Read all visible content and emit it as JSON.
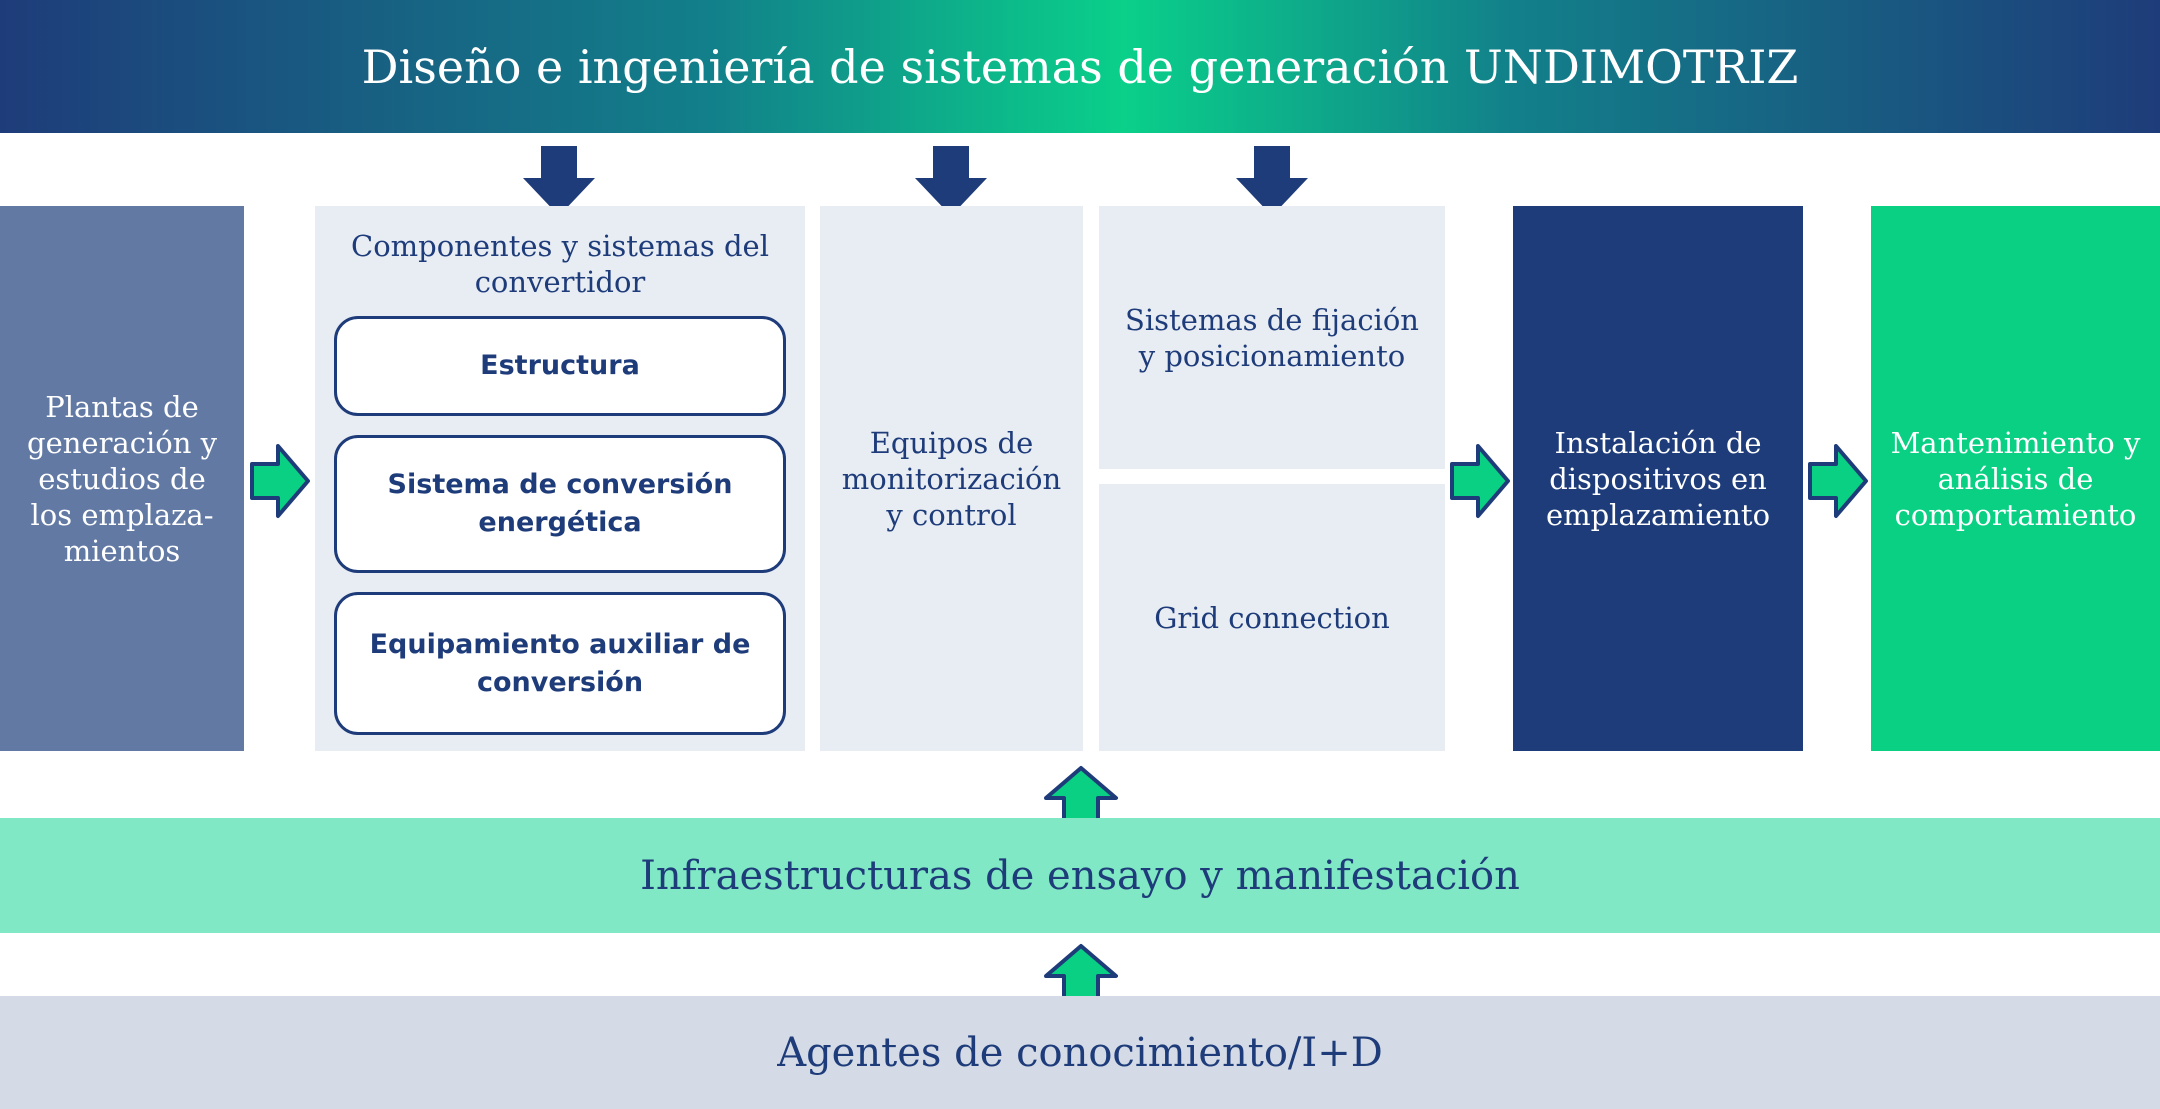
{
  "header": {
    "title": "Diseño e ingeniería de sistemas de generación UNDIMOTRIZ"
  },
  "columns": {
    "plantas": "Plantas de generación y estudios de los emplaza-mientos",
    "componentes": {
      "title": "Componentes y sistemas del convertidor",
      "items": [
        "Estructura",
        "Sistema de conversión energética",
        "Equipamiento auxiliar de conversión"
      ]
    },
    "equipos": "Equipos de monitorización y control",
    "fijacion": "Sistemas de fijación y posicionamiento",
    "grid": "Grid connection",
    "instalacion": "Instalación de dispositivos en emplazamiento",
    "mantenimiento": "Mantenimiento y análisis de comportamiento"
  },
  "bands": {
    "infraestructuras": "Infraestructuras de ensayo y manifestación",
    "agentes": "Agentes de conocimiento/I+D"
  },
  "colors": {
    "navy": "#1e3c7a",
    "green": "#0ad083",
    "slate": "#6279a4",
    "light_panel": "#e8edf4",
    "mint": "#80e8c4",
    "grey_band": "#d4dbe7"
  },
  "icons": {
    "down": "arrow-down-icon",
    "right": "arrow-right-icon",
    "up": "arrow-up-icon"
  }
}
